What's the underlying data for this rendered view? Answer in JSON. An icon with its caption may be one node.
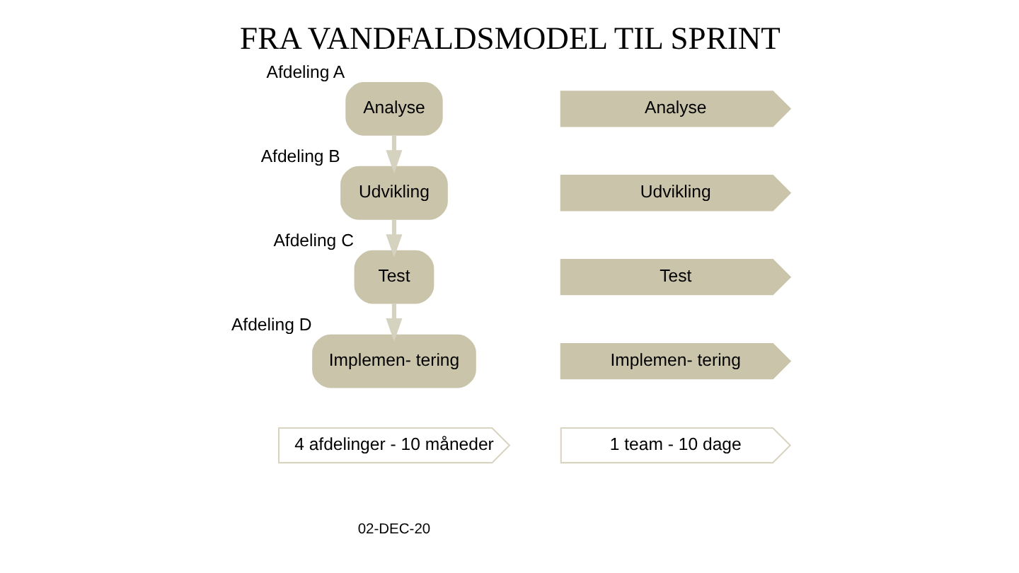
{
  "diagram": {
    "title": "FRA VANDFALDSMODEL TIL SPRINT",
    "nodes": [
      {
        "text": [
          "Analyse"
        ],
        "beside": [
          "Afdeling A"
        ]
      },
      {
        "text": [
          "Udvikling"
        ],
        "beside": [
          "Afdeling B"
        ]
      },
      {
        "text": [
          "Test"
        ],
        "beside": [
          "Afdeling C"
        ]
      },
      {
        "text": [
          "Implemen- tering"
        ],
        "beside": [
          "Afdeling D"
        ]
      },
      {
        "text": [
          "4 afdelinger - 10 måneder"
        ]
      },
      {
        "text": [
          "Analyse"
        ]
      },
      {
        "text": [
          "Udvikling"
        ]
      },
      {
        "text": [
          "Test"
        ]
      },
      {
        "text": [
          "Implemen- tering"
        ]
      },
      {
        "text": [
          "1 team - 10 dage"
        ]
      }
    ],
    "edges": [
      {
        "from": 0,
        "to": 1,
        "arrow": "to"
      },
      {
        "from": 1,
        "to": 2,
        "arrow": "to"
      },
      {
        "from": 2,
        "to": 3,
        "arrow": "to"
      }
    ],
    "labels": [
      "02-DEC-20"
    ]
  }
}
